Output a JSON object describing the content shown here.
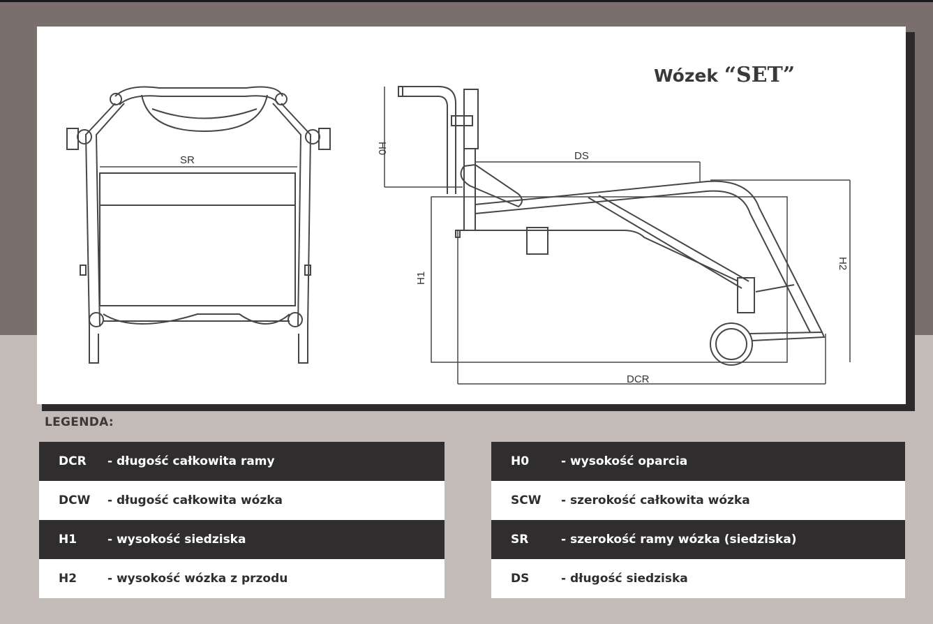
{
  "title": {
    "prefix": "Wózek",
    "name": "“SET”"
  },
  "diagram": {
    "labels": {
      "sr": "SR",
      "ds": "DS",
      "h0": "H0",
      "h1": "H1",
      "h2": "H2",
      "dcr": "DCR"
    }
  },
  "legend": {
    "title": "LEGENDA:",
    "left": [
      {
        "code": "DCR",
        "desc": "- długość całkowita ramy"
      },
      {
        "code": "DCW",
        "desc": "- długość całkowita wózka"
      },
      {
        "code": "H1",
        "desc": "- wysokość siedziska"
      },
      {
        "code": "H2",
        "desc": "- wysokość wózka z przodu"
      }
    ],
    "right": [
      {
        "code": "H0",
        "desc": "- wysokość oparcia"
      },
      {
        "code": "SCW",
        "desc": "- szerokość całkowita wózka"
      },
      {
        "code": "SR",
        "desc": "- szerokość ramy wózka (siedziska)"
      },
      {
        "code": "DS",
        "desc": "- długość siedziska"
      }
    ]
  },
  "colors": {
    "dark_band": "#7b6f6d",
    "light_band": "#c2bbb8",
    "row_dark": "#302d2e",
    "row_light": "#ffffff"
  }
}
